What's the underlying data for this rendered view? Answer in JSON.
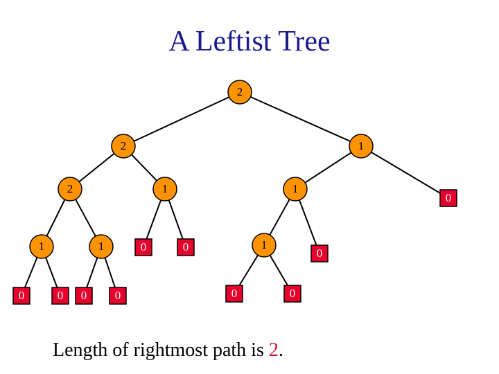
{
  "slide": {
    "title": "A Leftist Tree",
    "caption_prefix": "Length of rightmost path is ",
    "caption_value": "2",
    "caption_suffix": "."
  },
  "colors": {
    "internal_node": "#ff9400",
    "external_node": "#e8002c",
    "title": "#1a1a8c",
    "highlight": "#c8182c"
  },
  "tree": {
    "nodes": [
      {
        "id": "root",
        "label": "2",
        "kind": "internal"
      },
      {
        "id": "L",
        "label": "2",
        "kind": "internal"
      },
      {
        "id": "R",
        "label": "1",
        "kind": "internal"
      },
      {
        "id": "LL",
        "label": "2",
        "kind": "internal"
      },
      {
        "id": "LR",
        "label": "1",
        "kind": "internal"
      },
      {
        "id": "RL",
        "label": "1",
        "kind": "internal"
      },
      {
        "id": "RR",
        "label": "0",
        "kind": "external"
      },
      {
        "id": "LLL",
        "label": "1",
        "kind": "internal"
      },
      {
        "id": "LLR",
        "label": "1",
        "kind": "internal"
      },
      {
        "id": "LRL",
        "label": "0",
        "kind": "external"
      },
      {
        "id": "LRR",
        "label": "0",
        "kind": "external"
      },
      {
        "id": "RLL",
        "label": "1",
        "kind": "internal"
      },
      {
        "id": "RLR",
        "label": "0",
        "kind": "external"
      },
      {
        "id": "LLLL",
        "label": "0",
        "kind": "external"
      },
      {
        "id": "LLLR",
        "label": "0",
        "kind": "external"
      },
      {
        "id": "LLRL",
        "label": "0",
        "kind": "external"
      },
      {
        "id": "LLRR",
        "label": "0",
        "kind": "external"
      },
      {
        "id": "RLLL",
        "label": "0",
        "kind": "external"
      },
      {
        "id": "RLLR",
        "label": "0",
        "kind": "external"
      }
    ],
    "edges": [
      [
        "root",
        "L"
      ],
      [
        "root",
        "R"
      ],
      [
        "L",
        "LL"
      ],
      [
        "L",
        "LR"
      ],
      [
        "R",
        "RL"
      ],
      [
        "R",
        "RR"
      ],
      [
        "LL",
        "LLL"
      ],
      [
        "LL",
        "LLR"
      ],
      [
        "LR",
        "LRL"
      ],
      [
        "LR",
        "LRR"
      ],
      [
        "RL",
        "RLL"
      ],
      [
        "RL",
        "RLR"
      ],
      [
        "LLL",
        "LLLL"
      ],
      [
        "LLL",
        "LLLR"
      ],
      [
        "LLR",
        "LLRL"
      ],
      [
        "LLR",
        "LLRR"
      ],
      [
        "RLL",
        "RLLL"
      ],
      [
        "RLL",
        "RLLR"
      ]
    ]
  }
}
